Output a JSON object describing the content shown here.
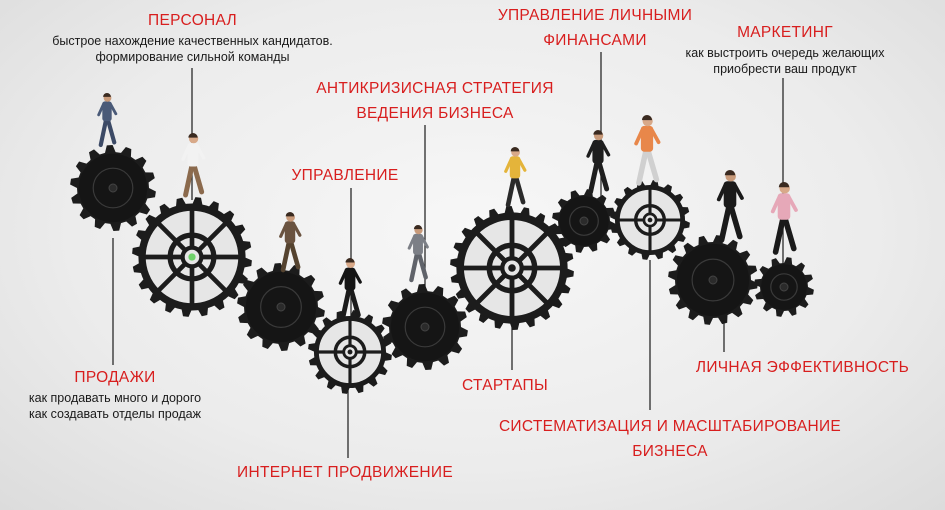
{
  "labels": {
    "personnel": {
      "title": "ПЕРСОНАЛ",
      "lines": [
        "быстрое нахождение качественных кандидатов.",
        "формирование сильной команды"
      ]
    },
    "finances": {
      "title_lines": [
        "УПРАВЛЕНИЕ ЛИЧНЫМИ",
        "ФИНАНСАМИ"
      ]
    },
    "marketing": {
      "title": "МАРКЕТИНГ",
      "lines": [
        "как выстроить очередь желающих",
        "приобрести ваш продукт"
      ]
    },
    "anticrisis": {
      "title_lines": [
        "АНТИКРИЗИСНАЯ СТРАТЕГИЯ",
        "ВЕДЕНИЯ БИЗНЕСА"
      ]
    },
    "management": {
      "title": "УПРАВЛЕНИЕ"
    },
    "sales": {
      "title": "ПРОДАЖИ",
      "lines": [
        "как продавать много и дорого",
        "как создавать отделы продаж"
      ]
    },
    "startups": {
      "title": "СТАРТАПЫ"
    },
    "personal_efficiency": {
      "title": "ЛИЧНАЯ ЭФФЕКТИВНОСТЬ"
    },
    "systematization": {
      "title_lines": [
        "СИСТЕМАТИЗАЦИЯ И МАСШТАБИРОВАНИЕ",
        "БИЗНЕСА"
      ]
    },
    "internet": {
      "title": "ИНТЕРНЕТ ПРОДВИЖЕНИЕ"
    }
  },
  "colors": {
    "accent": "#d81e1e",
    "text": "#1a1a1a",
    "gear": "#1c1c1c",
    "line": "#2a2a2a",
    "hub_highlight": "#6fd26a"
  },
  "figure_icons": [
    "man-suit-icon",
    "woman-white-shirt-icon",
    "man-brown-suit-icon",
    "woman-black-dress-icon",
    "man-grey-suit-icon",
    "woman-yellow-top-icon",
    "man-black-suit-icon",
    "woman-orange-top-icon",
    "man-dark-suit-icon",
    "woman-pink-top-icon"
  ]
}
